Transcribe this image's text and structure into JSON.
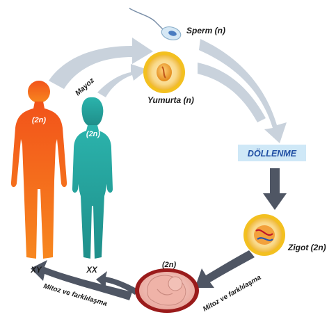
{
  "diagram": {
    "sperm_label": "Sperm (n)",
    "egg_label": "Yumurta (n)",
    "fertilization_label": "DÖLLENME",
    "zygote_label": "Zigot (2n)",
    "embryo_label": "(2n)",
    "meiosis_label": "Mayoz",
    "male_ploidy": "(2n)",
    "female_ploidy": "(2n)",
    "male_chromosomes": "XY",
    "female_chromosomes": "XX",
    "mitosis_left_label": "Mitoz ve farklılaşma",
    "mitosis_right_label": "Mitoz ve farklılaşma"
  },
  "colors": {
    "male": "#ef5a1e",
    "female": "#2aa8a2",
    "arrow_light": "#c9d2dc",
    "arrow_dark": "#4f5664",
    "fert_box": "#cfe8f7",
    "cell_ring": "#f3c020"
  }
}
